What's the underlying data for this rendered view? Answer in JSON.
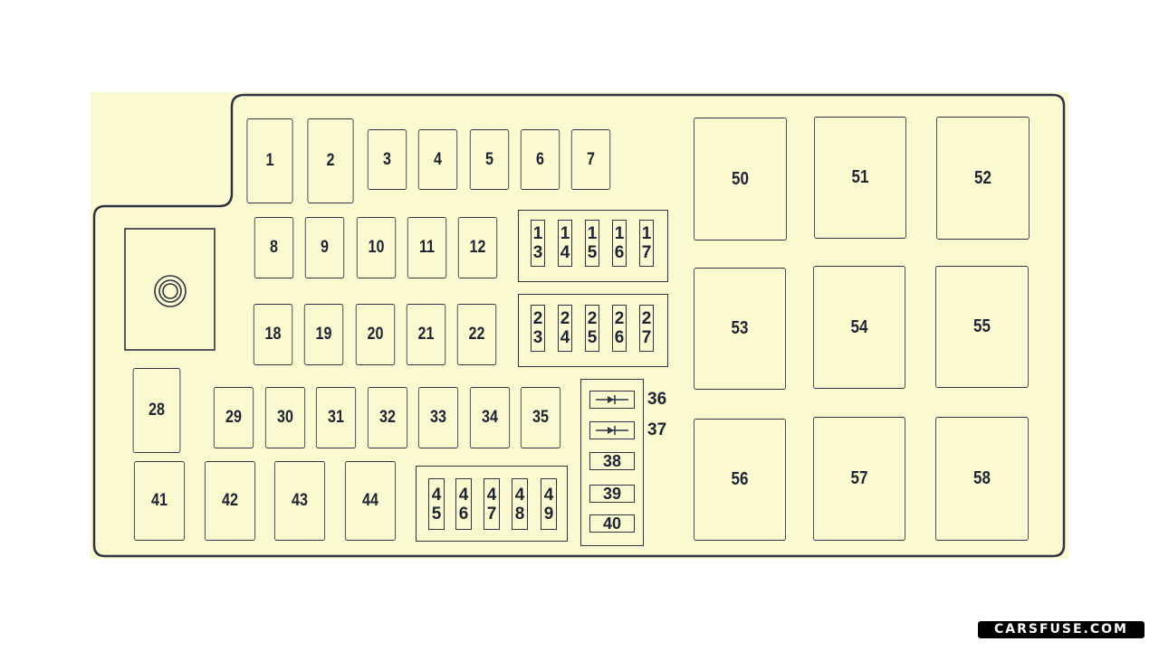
{
  "title": "Fuse box diagram",
  "fuse_labels": [
    "1",
    "2",
    "3",
    "4",
    "5",
    "6",
    "7",
    "8",
    "9",
    "10",
    "11",
    "12",
    "13",
    "14",
    "15",
    "16",
    "17",
    "18",
    "19",
    "20",
    "21",
    "22",
    "23",
    "24",
    "25",
    "26",
    "27",
    "28",
    "29",
    "30",
    "31",
    "32",
    "33",
    "34",
    "35",
    "36",
    "37",
    "38",
    "39",
    "40",
    "41",
    "42",
    "43",
    "44",
    "45",
    "46",
    "47",
    "48",
    "49",
    "50",
    "51",
    "52",
    "53",
    "54",
    "55",
    "56",
    "57",
    "58"
  ],
  "diode_symbols": [
    "diode-icon",
    "diode-icon"
  ],
  "colors": {
    "background": "#fbf9d0",
    "stroke": "#2d3344"
  },
  "watermark": "CARSFUSE.COM"
}
